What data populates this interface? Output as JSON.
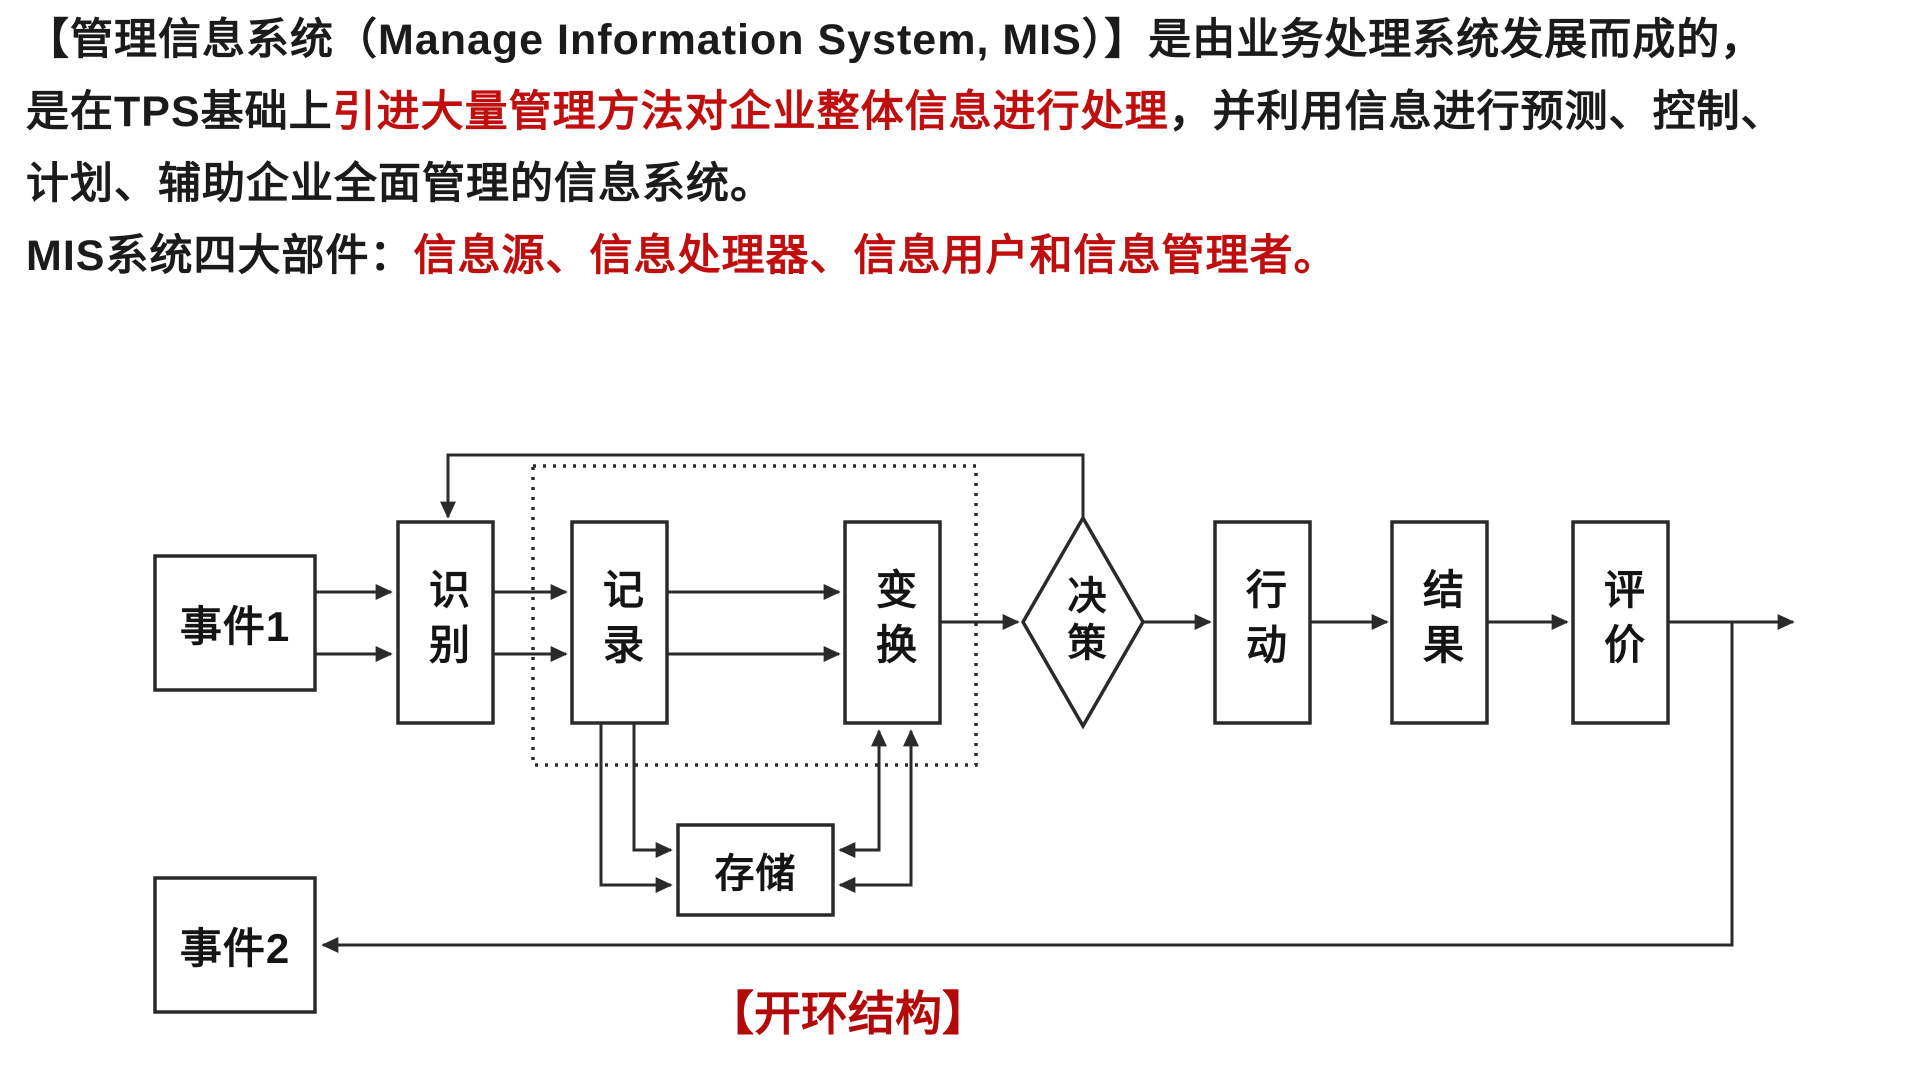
{
  "title_block": {
    "line1": {
      "pre": "【管理信息系统（Manage Information System, MIS）】是由业务处理系统发展而成的，"
    },
    "line2": {
      "pre": "是在TPS基础上",
      "highlight": "引进大量管理方法对企业整体信息进行处理",
      "post": "，并利用信息进行预测、控制、"
    },
    "line3": {
      "pre": "计划、辅助企业全面管理的信息系统。"
    },
    "line4": {
      "pre": "MIS系统四大部件：",
      "highlight": "信息源、信息处理器、信息用户和信息管理者。"
    }
  },
  "flowchart": {
    "nodes": {
      "event1": "事件1",
      "identify": "识别",
      "record": "记录",
      "transform": "变换",
      "decision": "决策",
      "action": "行动",
      "result": "结果",
      "evaluate": "评价",
      "storage": "存储",
      "event2": "事件2"
    },
    "caption": "【开环结构】"
  },
  "colors": {
    "body_text": "#1b1b1b",
    "highlight_red": "#c00d0d",
    "caption_red": "#b30909",
    "line": "#2a2a2a",
    "background": "#ffffff"
  }
}
